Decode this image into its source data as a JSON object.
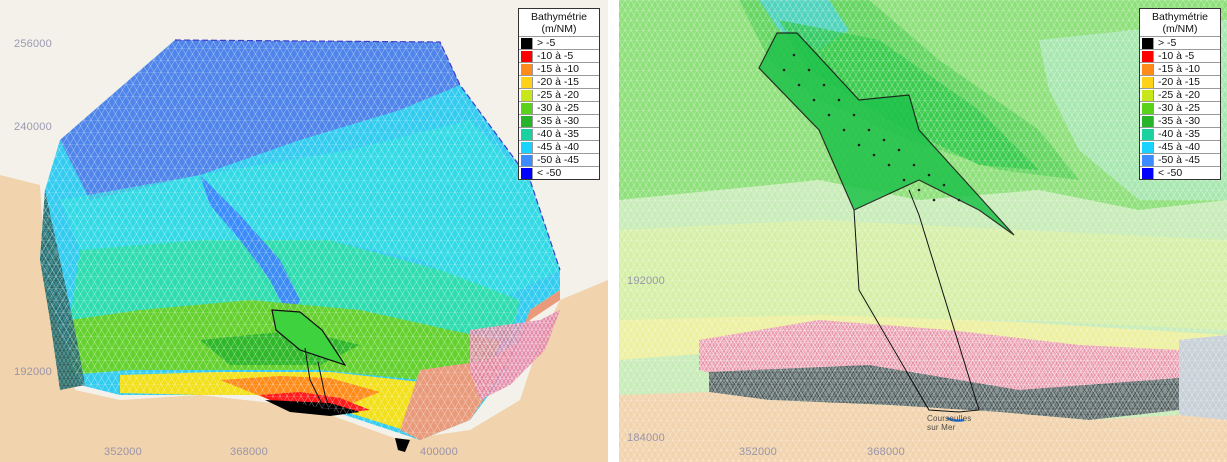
{
  "legend": {
    "title_line1": "Bathymétrie",
    "title_line2": "(m/NM)",
    "classes": [
      {
        "label": "> -5",
        "color": "#000000"
      },
      {
        "label": "-10 à -5",
        "color": "#ff0000"
      },
      {
        "label": "-15 à -10",
        "color": "#ff8c1a"
      },
      {
        "label": "-20 à -15",
        "color": "#ffd21a"
      },
      {
        "label": "-25 à -20",
        "color": "#c8e61a"
      },
      {
        "label": "-30 à -25",
        "color": "#5ad21a"
      },
      {
        "label": "-35 à -30",
        "color": "#28b428"
      },
      {
        "label": "-40 à -35",
        "color": "#1ad2a0"
      },
      {
        "label": "-45 à -40",
        "color": "#1ad2ff"
      },
      {
        "label": "-50 à -45",
        "color": "#3c8cff"
      },
      {
        "label": "< -50",
        "color": "#0000ff"
      }
    ]
  },
  "left_map": {
    "y_labels": [
      "256000",
      "240000",
      "192000"
    ],
    "x_labels": [
      "352000",
      "368000",
      "400000"
    ]
  },
  "right_map": {
    "y_labels": [
      "192000",
      "184000"
    ],
    "x_labels": [
      "352000",
      "368000"
    ],
    "place_labels": [
      "Courseulles sur Mer"
    ]
  }
}
